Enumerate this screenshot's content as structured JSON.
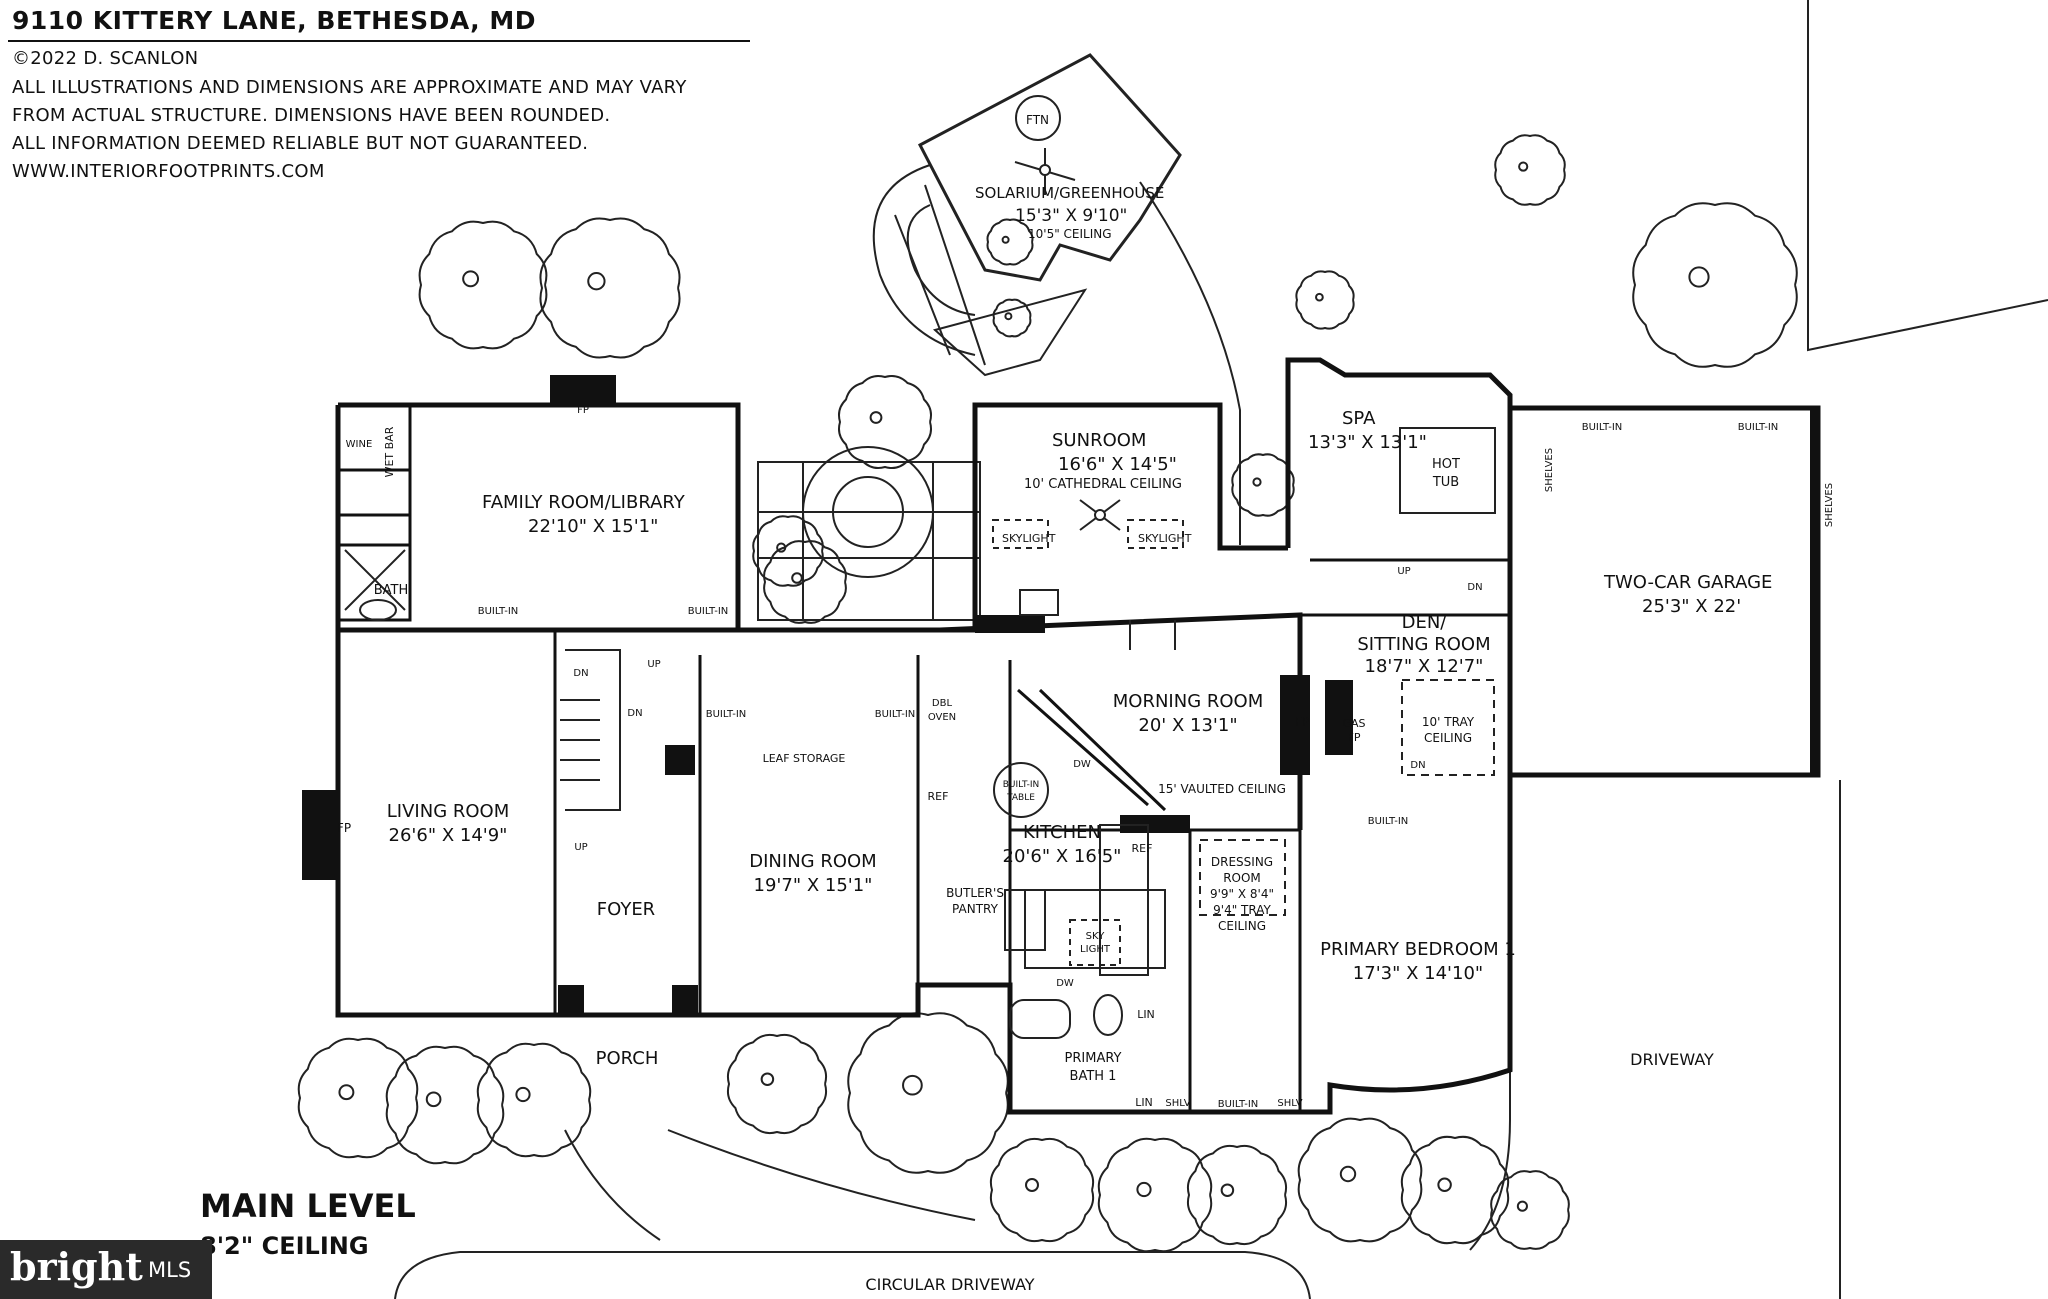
{
  "header": {
    "address": "9110 KITTERY LANE, BETHESDA, MD",
    "copyright": "©2022 D. SCANLON",
    "disclaimer_1": "ALL ILLUSTRATIONS AND DIMENSIONS ARE APPROXIMATE AND MAY VARY",
    "disclaimer_2": "FROM ACTUAL STRUCTURE. DIMENSIONS HAVE BEEN ROUNDED.",
    "disclaimer_3": "ALL INFORMATION DEEMED RELIABLE BUT NOT GUARANTEED.",
    "website": "WWW.INTERIORFOOTPRINTS.COM"
  },
  "level": {
    "name": "MAIN LEVEL",
    "ceiling": "8'2\" CEILING"
  },
  "rooms": {
    "solarium": {
      "name": "SOLARIUM/GREENHOUSE",
      "dims": "15'3\" X 9'10\"",
      "note": "10'5\" CEILING"
    },
    "fountain": "FTN",
    "family_room": {
      "name": "FAMILY ROOM/LIBRARY",
      "dims": "22'10\" X 15'1\""
    },
    "sunroom": {
      "name": "SUNROOM",
      "dims": "16'6\" X 14'5\"",
      "note": "10' CATHEDRAL CEILING"
    },
    "spa": {
      "name": "SPA",
      "dims": "13'3\" X 13'1\""
    },
    "hot_tub_1": "HOT",
    "hot_tub_2": "TUB",
    "garage": {
      "name": "TWO-CAR GARAGE",
      "dims": "25'3\" X 22'"
    },
    "den_1": "DEN/",
    "den_2": "SITTING ROOM",
    "den_dims": "18'7\" X 12'7\"",
    "tray_1": "10' TRAY",
    "tray_2": "CEILING",
    "morning_room": {
      "name": "MORNING ROOM",
      "dims": "20' X 13'1\""
    },
    "living_room": {
      "name": "LIVING ROOM",
      "dims": "26'6\" X 14'9\""
    },
    "dining_room": {
      "name": "DINING ROOM",
      "dims": "19'7\" X 15'1\""
    },
    "foyer": "FOYER",
    "kitchen": {
      "name": "KITCHEN",
      "dims": "20'6\" X 16'5\""
    },
    "dressing_1": "DRESSING",
    "dressing_2": "ROOM",
    "dressing_3": "9'9\" X 8'4\"",
    "dressing_4": "9'4\" TRAY",
    "dressing_5": "CEILING",
    "primary_bedroom": {
      "name": "PRIMARY BEDROOM 1",
      "dims": "17'3\" X 14'10\""
    },
    "primary_bath_1": "PRIMARY",
    "primary_bath_2": "BATH 1",
    "porch": "PORCH",
    "bath": "BATH",
    "butlers_1": "BUTLER'S",
    "butlers_2": "PANTRY"
  },
  "labels": {
    "built_in": "BUILT-IN",
    "skylight": "SKYLIGHT",
    "fp": "FP",
    "gas_fp_1": "GAS",
    "gas_fp_2": "FP",
    "up": "UP",
    "dn": "DN",
    "wine": "WINE",
    "wet_bar": "WET BAR",
    "leaf_storage": "LEAF STORAGE",
    "dbl_oven_1": "DBL",
    "dbl_oven_2": "OVEN",
    "ref": "REF",
    "dw": "DW",
    "table_1": "BUILT-IN",
    "table_2": "TABLE",
    "vaulted": "15' VAULTED CEILING",
    "sky_1": "SKY",
    "sky_2": "LIGHT",
    "lin": "LIN",
    "shlv": "SHLV",
    "shelves": "SHELVES"
  },
  "outdoor": {
    "driveway": "DRIVEWAY",
    "circular_driveway": "CIRCULAR DRIVEWAY"
  },
  "logo": {
    "brand": "bright",
    "suffix": "MLS"
  }
}
